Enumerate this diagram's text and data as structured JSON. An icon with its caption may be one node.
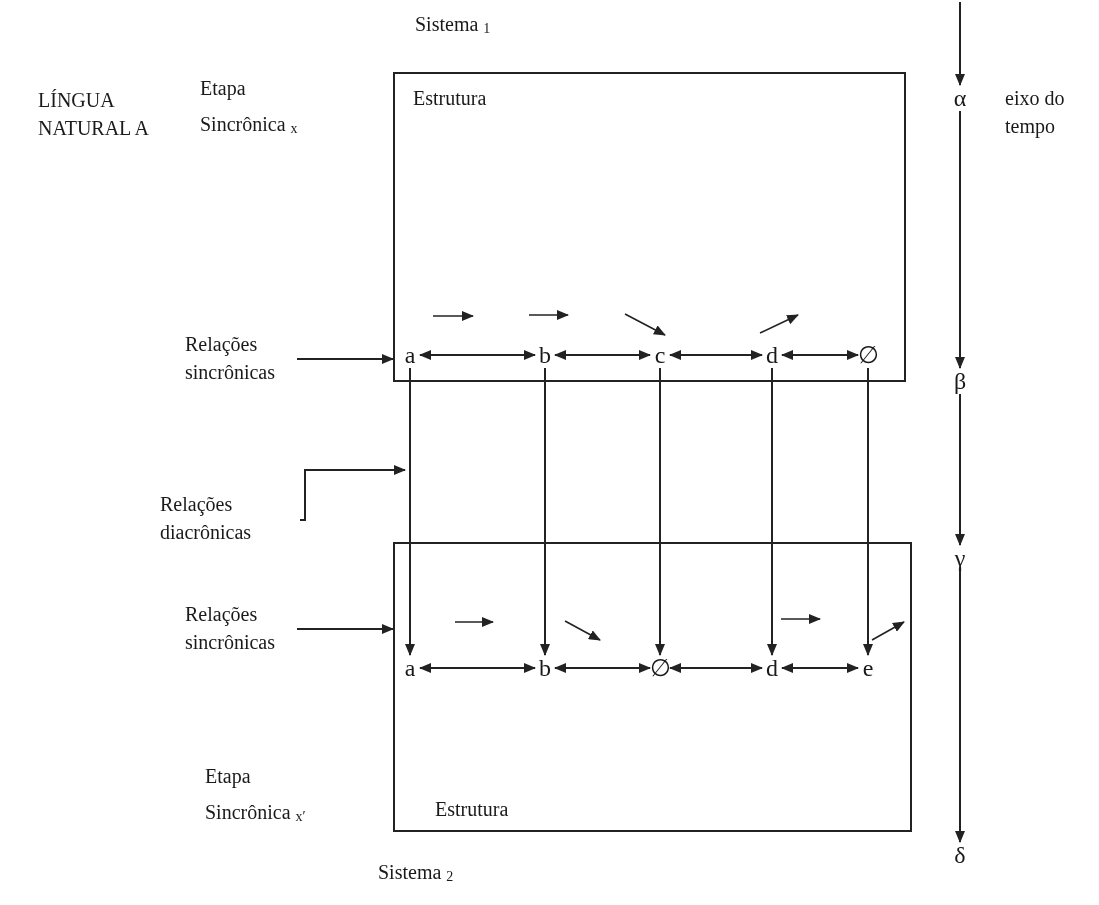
{
  "diagram": {
    "nodes": [
      {
        "text": [
          "Sistema $_{1}$",
          "Estrutura"
        ]
      },
      {
        "text": [
          "a"
        ],
        "in": 0
      },
      {
        "text": [
          "b"
        ],
        "in": 0
      },
      {
        "text": [
          "c"
        ],
        "in": 0
      },
      {
        "text": [
          "d"
        ],
        "in": 0
      },
      {
        "text": [
          "∅"
        ],
        "in": 0
      },
      {
        "text": [
          "Estrutura",
          "Sistema $_{2}$"
        ]
      },
      {
        "text": [
          "a"
        ],
        "in": 6
      },
      {
        "text": [
          "b"
        ],
        "in": 6
      },
      {
        "text": [
          "∅"
        ],
        "in": 6
      },
      {
        "text": [
          "d"
        ],
        "in": 6
      },
      {
        "text": [
          "e"
        ],
        "in": 6
      },
      {
        "text": [
          "Relações sincrônicas"
        ]
      },
      {
        "text": [
          "Relações diacrônicas"
        ]
      },
      {
        "text": [
          "Relações sincrônicas"
        ]
      },
      {
        "text": [
          "α"
        ]
      },
      {
        "text": [
          "β"
        ]
      },
      {
        "text": [
          "γ"
        ]
      },
      {
        "text": [
          "δ"
        ]
      }
    ],
    "edges": [
      {
        "from": 1,
        "to": 2,
        "arrow": "both"
      },
      {
        "from": 2,
        "to": 3,
        "arrow": "both"
      },
      {
        "from": 3,
        "to": 4,
        "arrow": "both"
      },
      {
        "from": 4,
        "to": 5,
        "arrow": "both"
      },
      {
        "from": 7,
        "to": 8,
        "arrow": "both"
      },
      {
        "from": 8,
        "to": 9,
        "arrow": "both"
      },
      {
        "from": 9,
        "to": 10,
        "arrow": "both"
      },
      {
        "from": 10,
        "to": 11,
        "arrow": "both"
      },
      {
        "from": 1,
        "to": 7,
        "arrow": "to"
      },
      {
        "from": 2,
        "to": 8,
        "arrow": "to"
      },
      {
        "from": 3,
        "to": 9,
        "arrow": "to"
      },
      {
        "from": 4,
        "to": 10,
        "arrow": "to"
      },
      {
        "from": 5,
        "to": 11,
        "arrow": "to"
      },
      {
        "from": 12,
        "to": 0,
        "arrow": "to"
      },
      {
        "from": 13,
        "to": null,
        "arrow": "to"
      },
      {
        "from": 14,
        "to": 6,
        "arrow": "to"
      },
      {
        "from": null,
        "to": 15,
        "arrow": "to"
      },
      {
        "from": 15,
        "to": 16,
        "arrow": "to"
      },
      {
        "from": 16,
        "to": 17,
        "arrow": "to"
      },
      {
        "from": 17,
        "to": 18,
        "arrow": "to"
      }
    ],
    "labels": [
      "LÍNGUA NATURAL A",
      "Etapa Sincrônica $_{x}$",
      "eixo do tempo",
      "Etapa Sincrônica $_{x′}$"
    ]
  }
}
